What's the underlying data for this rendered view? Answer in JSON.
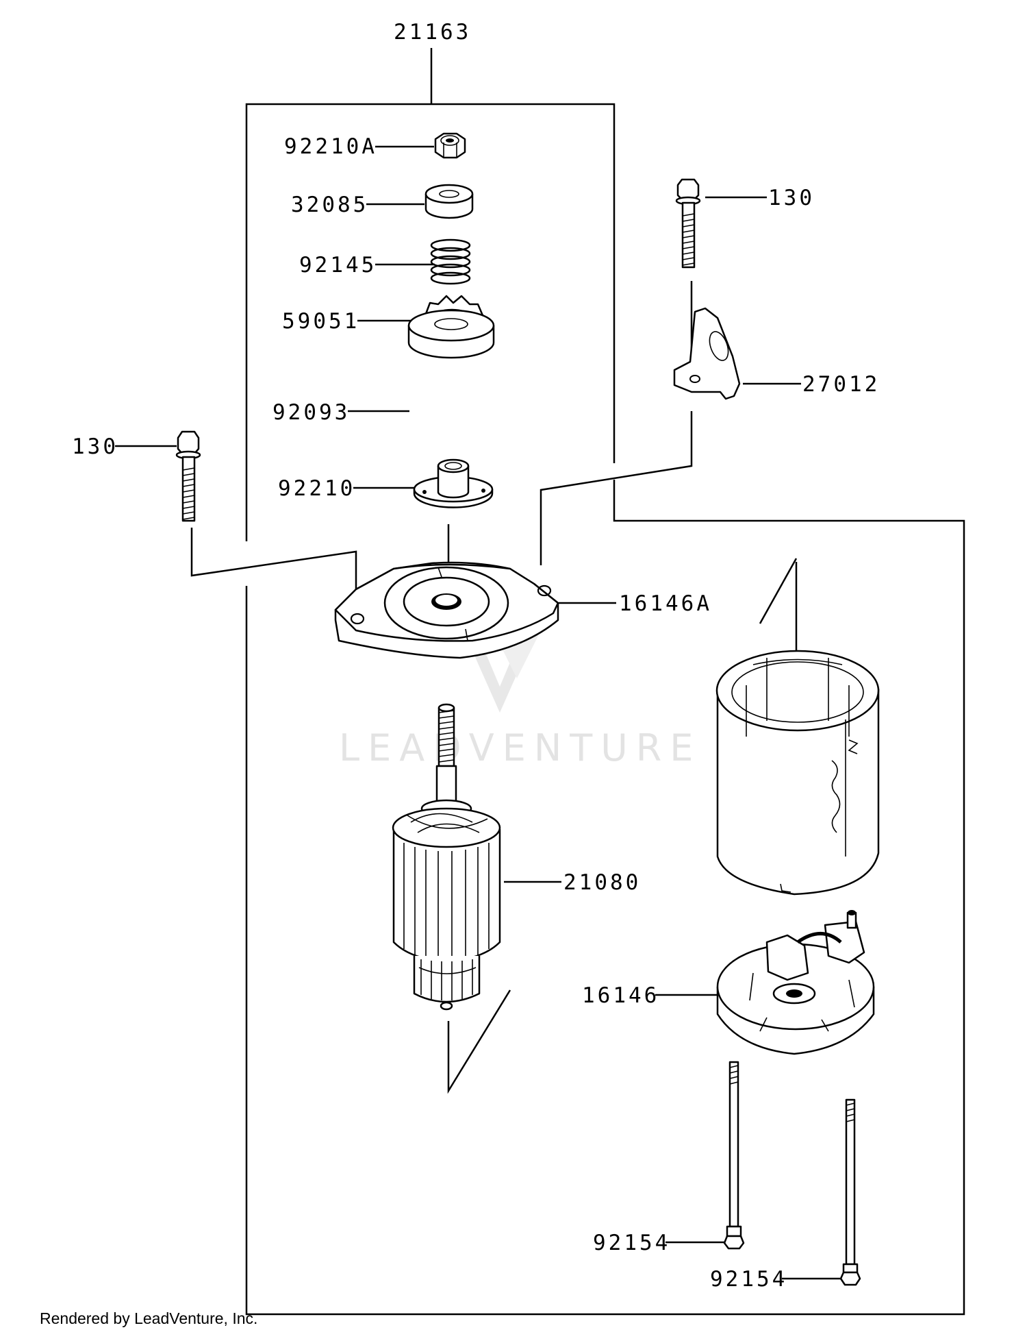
{
  "labels": {
    "assembly": "21163",
    "nut": "92210A",
    "spacer": "32085",
    "spring": "92145",
    "pinion_gear": "59051",
    "washer": "92093",
    "clutch_nut": "92210",
    "bolt_right": "130",
    "bracket": "27012",
    "bolt_left": "130",
    "front_cover": "16146A",
    "armature": "21080",
    "rear_cover": "16146",
    "through_bolt_1": "92154",
    "through_bolt_2": "92154"
  },
  "watermark": "LEADVENTURE",
  "footer": "Rendered by LeadVenture, Inc."
}
